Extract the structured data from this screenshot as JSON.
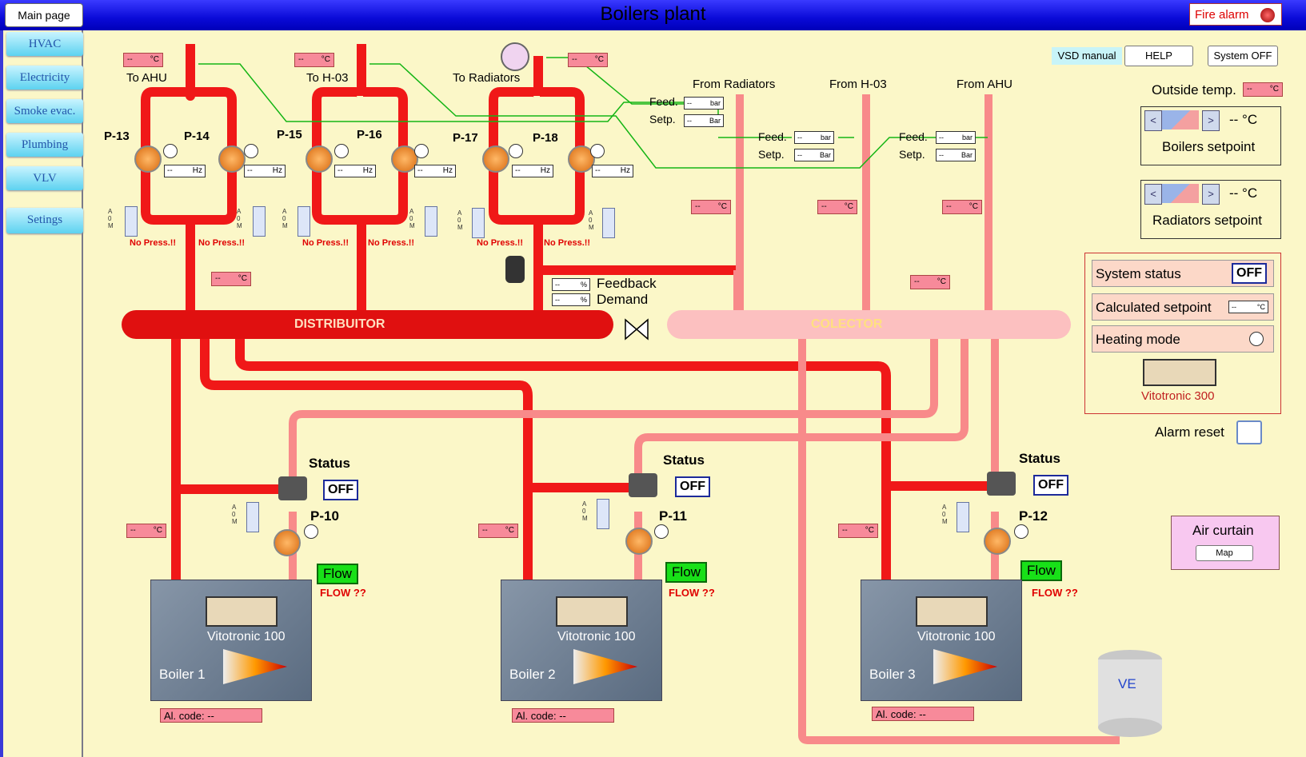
{
  "header": {
    "title": "Boilers plant",
    "main_page": "Main page",
    "fire_alarm": "Fire alarm"
  },
  "sidebar": {
    "items": [
      {
        "label": "HVAC"
      },
      {
        "label": "Electricity"
      },
      {
        "label": "Smoke evac."
      },
      {
        "label": "Plumbing"
      },
      {
        "label": "VLV"
      },
      {
        "label": "Setings"
      }
    ]
  },
  "top_controls": {
    "vsd_manual": "VSD manual",
    "help": "HELP",
    "system_off": "System OFF"
  },
  "outside_temp": {
    "label": "Outside temp.",
    "value": "--",
    "unit": "°C"
  },
  "boilers_setpoint": {
    "label": "Boilers setpoint",
    "value": "-- °C"
  },
  "radiators_setpoint": {
    "label": "Radiators setpoint",
    "value": "-- °C"
  },
  "status_panel": {
    "system_status_label": "System status",
    "system_status_value": "OFF",
    "calc_setpoint_label": "Calculated setpoint",
    "calc_setpoint_value": "--",
    "calc_setpoint_unit": "°C",
    "heating_mode_label": "Heating mode",
    "controller": "Vitotronic 300"
  },
  "alarm_reset": "Alarm reset",
  "air_curtain": {
    "label": "Air curtain",
    "map": "Map"
  },
  "outlets": {
    "to_ahu": "To AHU",
    "to_h03": "To H-03",
    "to_radiators": "To Radiators"
  },
  "inlets": {
    "from_radiators": "From Radiators",
    "from_h03": "From H-03",
    "from_ahu": "From AHU"
  },
  "feed_setp": {
    "feed": "Feed.",
    "setp": "Setp.",
    "value": "--",
    "unit_feed": "bar",
    "unit_setp": "Bar"
  },
  "pumps": {
    "p13": "P-13",
    "p14": "P-14",
    "p15": "P-15",
    "p16": "P-16",
    "p17": "P-17",
    "p18": "P-18",
    "p10": "P-10",
    "p11": "P-11",
    "p12": "P-12"
  },
  "hz": {
    "value": "--",
    "unit": "Hz"
  },
  "no_press": "No Press.!!",
  "amo": {
    "a": "A",
    "o": "0",
    "m": "M"
  },
  "temp": {
    "value": "--",
    "unit": "°C"
  },
  "valve": {
    "feedback": "Feedback",
    "demand": "Demand",
    "value": "--",
    "unit": "%"
  },
  "distributor": "DISTRIBUITOR",
  "colector": "COLECTOR",
  "boiler_common": {
    "status": "Status",
    "off": "OFF",
    "flow": "Flow",
    "flow_q": "FLOW ??",
    "controller": "Vitotronic 100",
    "al_code": "Al. code:",
    "al_value": "--"
  },
  "boilers": [
    {
      "name": "Boiler 1"
    },
    {
      "name": "Boiler 2"
    },
    {
      "name": "Boiler 3"
    }
  ],
  "ve": "VE"
}
